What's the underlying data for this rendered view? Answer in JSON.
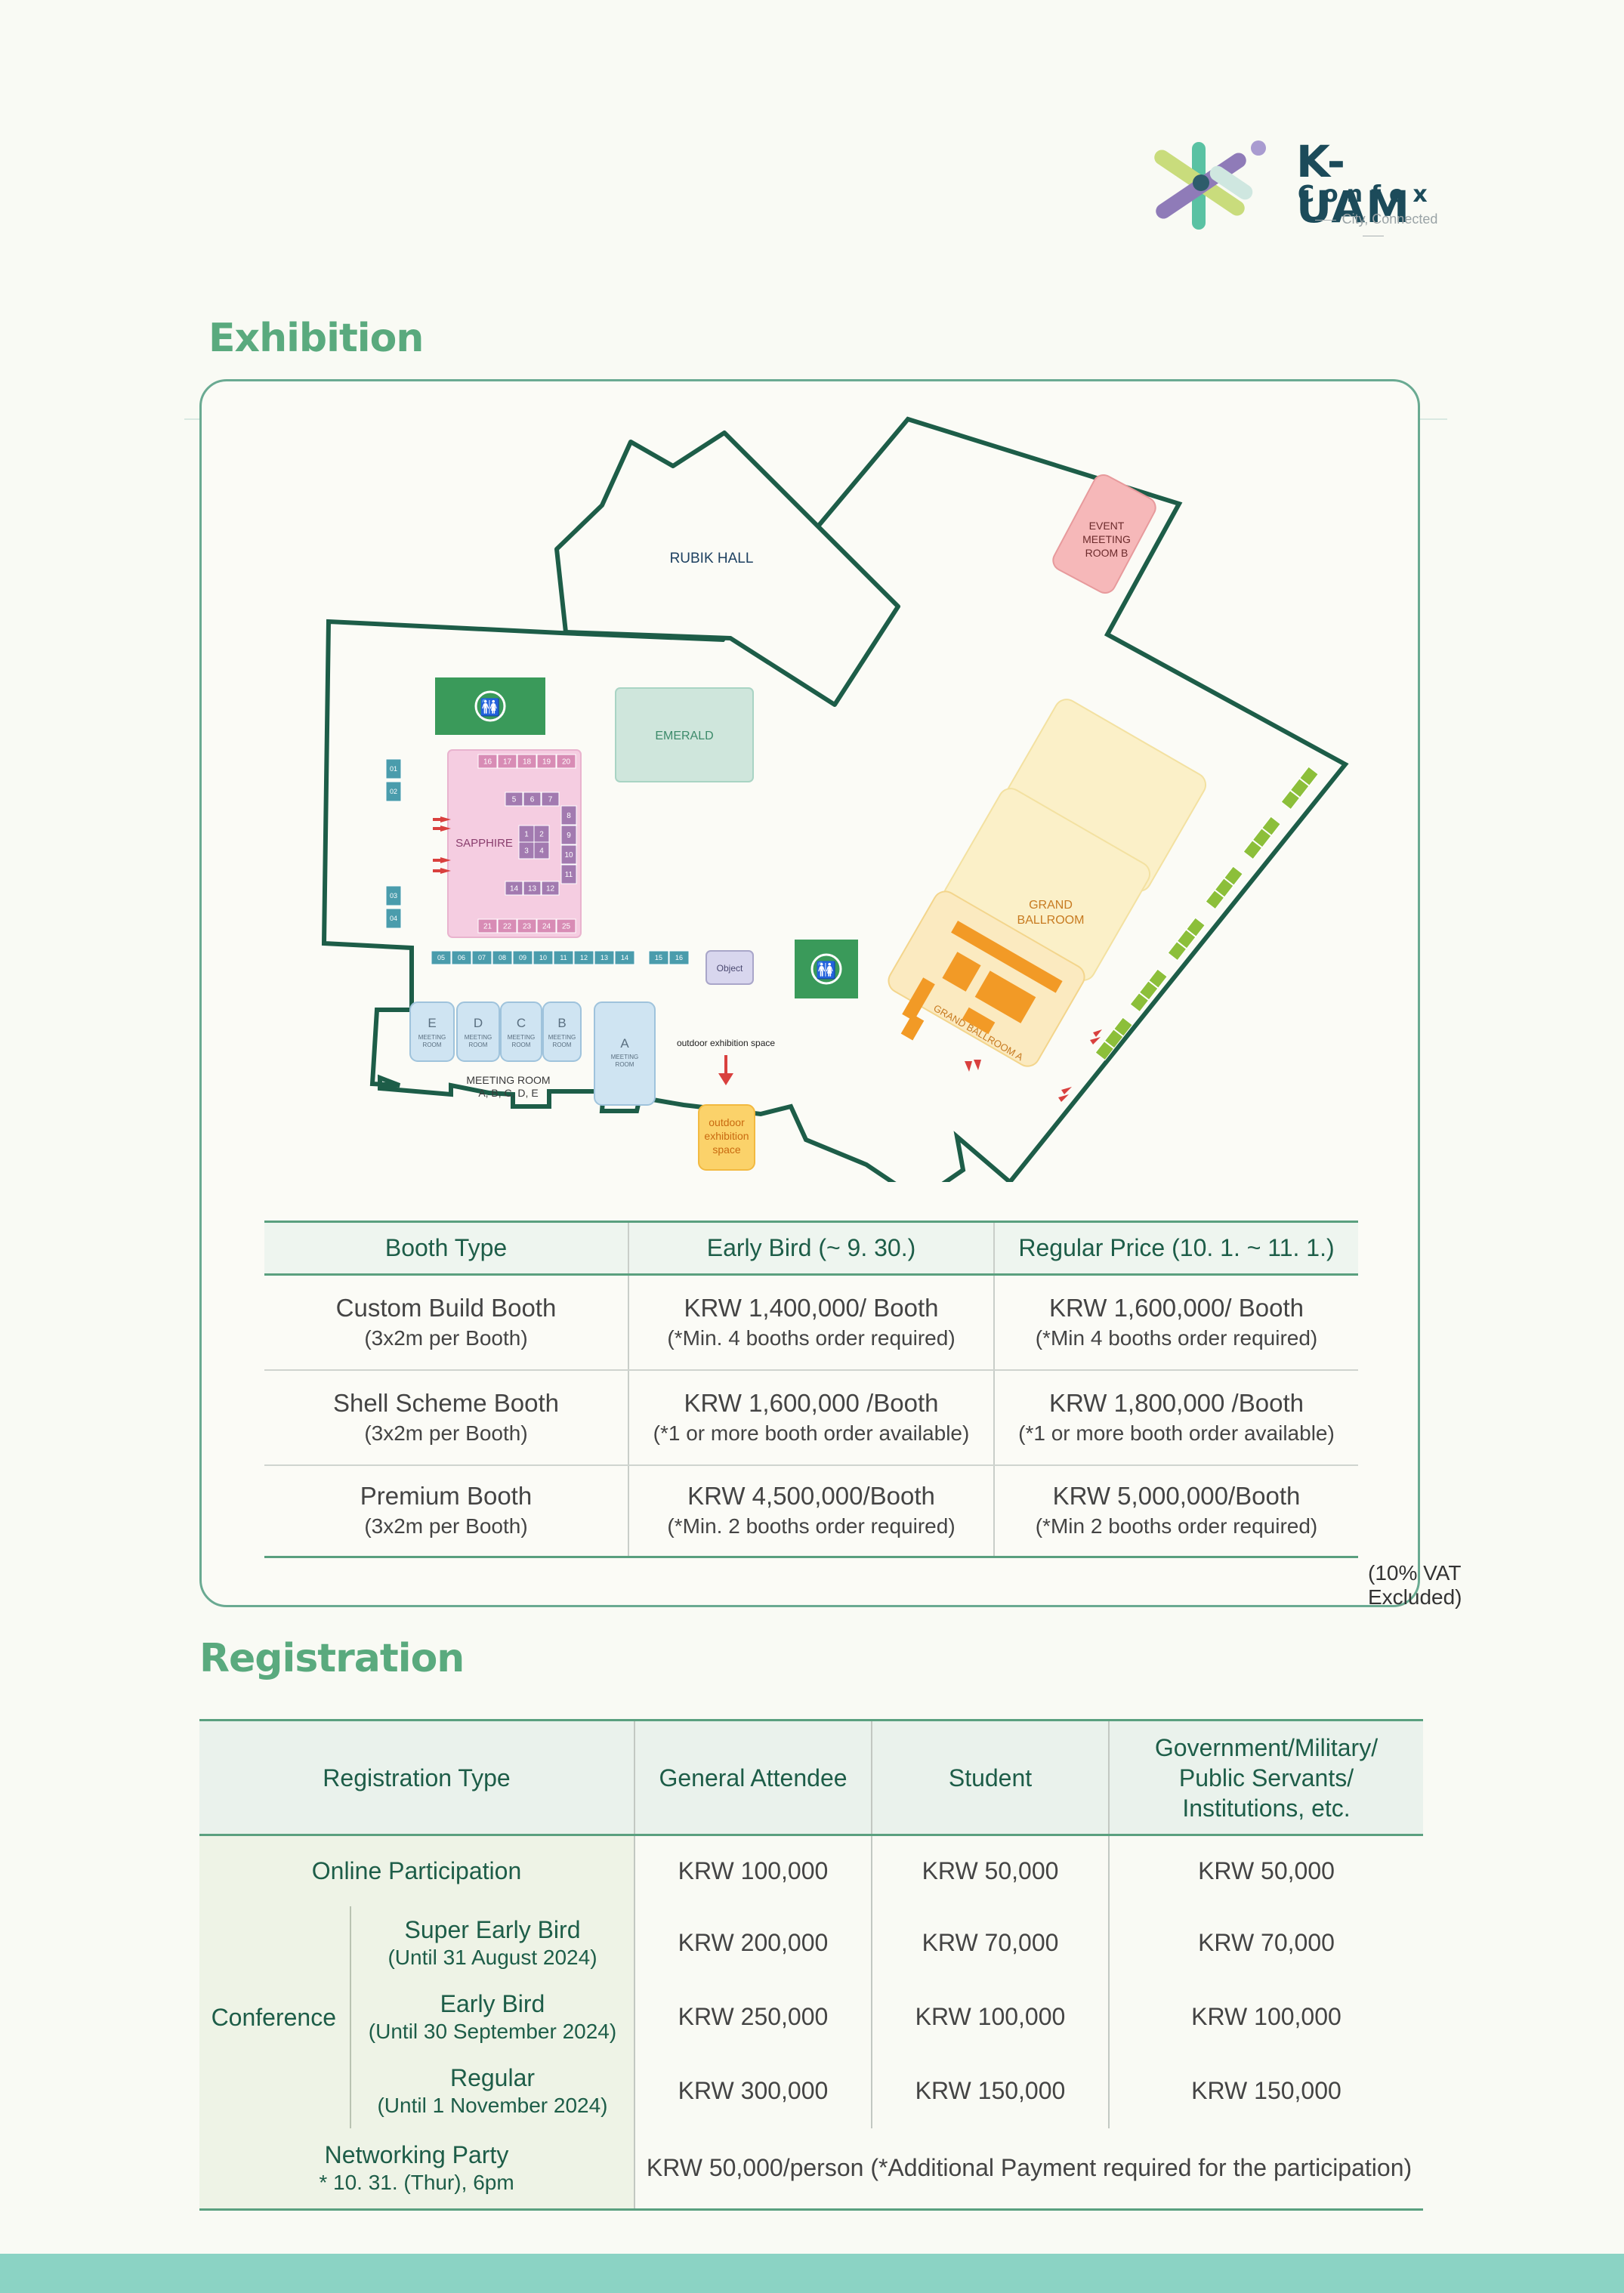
{
  "logo": {
    "name": "K-UAM",
    "sub": "Confex",
    "tagline": "City, Connected"
  },
  "exhibition": {
    "title": "Exhibition",
    "vat_note": "(10% VAT Excluded)",
    "map": {
      "rubik_hall": "RUBIK HALL",
      "emerald": "EMERALD",
      "sapphire": "SAPPHIRE",
      "grand_ballroom_1": "GRAND",
      "grand_ballroom_2": "BALLROOM",
      "grand_ballroom_a": "GRAND BALLROOM A",
      "event_room_1": "EVENT",
      "event_room_2": "MEETING",
      "event_room_3": "ROOM B",
      "object": "Object",
      "outdoor_label": "outdoor exhibition space",
      "outdoor_box_1": "outdoor",
      "outdoor_box_2": "exhibition",
      "outdoor_box_3": "space",
      "meeting_caption_1": "MEETING ROOM",
      "meeting_caption_2": "A, B, C, D, E",
      "meeting_word": "MEETING",
      "room_word": "ROOM",
      "room_e": "E",
      "room_d": "D",
      "room_c": "C",
      "room_b": "B",
      "room_a": "A",
      "sapphire_top": [
        "16",
        "17",
        "18",
        "19",
        "20"
      ],
      "sapphire_bottom": [
        "21",
        "22",
        "23",
        "24",
        "25"
      ],
      "sapphire_row5": [
        "5",
        "6",
        "7"
      ],
      "sapphire_inner": [
        "1",
        "2",
        "3",
        "4"
      ],
      "sapphire_right": [
        "8",
        "9",
        "10",
        "11"
      ],
      "sapphire_row12": [
        "14",
        "13",
        "12"
      ],
      "left_booths_top": [
        "01",
        "02"
      ],
      "left_booths_bottom": [
        "03",
        "04"
      ],
      "corridor_booths": [
        "05",
        "06",
        "07",
        "08",
        "09",
        "10",
        "11",
        "12",
        "13",
        "14"
      ],
      "corridor_booths_2": [
        "15",
        "16"
      ]
    },
    "table": {
      "headers": [
        "Booth Type",
        "Early Bird (~ 9. 30.)",
        "Regular Price (10. 1. ~ 11. 1.)"
      ],
      "rows": [
        {
          "type": "Custom Build Booth",
          "type_sub": "(3x2m per Booth)",
          "early": "KRW 1,400,000/ Booth",
          "early_sub": "(*Min. 4 booths order required)",
          "regular": "KRW 1,600,000/ Booth",
          "regular_sub": "(*Min 4 booths order required)"
        },
        {
          "type": "Shell Scheme Booth",
          "type_sub": "(3x2m per Booth)",
          "early": "KRW 1,600,000 /Booth",
          "early_sub": "(*1 or more booth order available)",
          "regular": "KRW 1,800,000 /Booth",
          "regular_sub": "(*1 or more booth order available)"
        },
        {
          "type": "Premium Booth",
          "type_sub": "(3x2m per Booth)",
          "early": "KRW 4,500,000/Booth",
          "early_sub": "(*Min. 2 booths order required)",
          "regular": "KRW 5,000,000/Booth",
          "regular_sub": "(*Min 2 booths order required)"
        }
      ]
    }
  },
  "registration": {
    "title": "Registration",
    "headers": [
      "Registration Type",
      "General Attendee",
      "Student",
      "Government/Military/",
      "Public Servants/",
      "Institutions, etc."
    ],
    "online": {
      "label": "Online Participation",
      "general": "KRW 100,000",
      "student": "KRW 50,000",
      "gov": "KRW 50,000"
    },
    "conference_label": "Conference",
    "conference": [
      {
        "label": "Super Early Bird",
        "sub": "(Until 31 August 2024)",
        "general": "KRW 200,000",
        "student": "KRW 70,000",
        "gov": "KRW 70,000"
      },
      {
        "label": "Early Bird",
        "sub": "(Until 30 September 2024)",
        "general": "KRW 250,000",
        "student": "KRW 100,000",
        "gov": "KRW 100,000"
      },
      {
        "label": "Regular",
        "sub": "(Until 1 November 2024)",
        "general": "KRW 300,000",
        "student": "KRW 150,000",
        "gov": "KRW 150,000"
      }
    ],
    "networking": {
      "label": "Networking Party",
      "sub": "* 10. 31. (Thur), 6pm",
      "value": "KRW 50,000/person (*Additional Payment required for the participation)"
    }
  },
  "colors": {
    "accent": "#5aaa7e",
    "dark_green": "#1d5d48",
    "footer": "#8bd3c4"
  }
}
